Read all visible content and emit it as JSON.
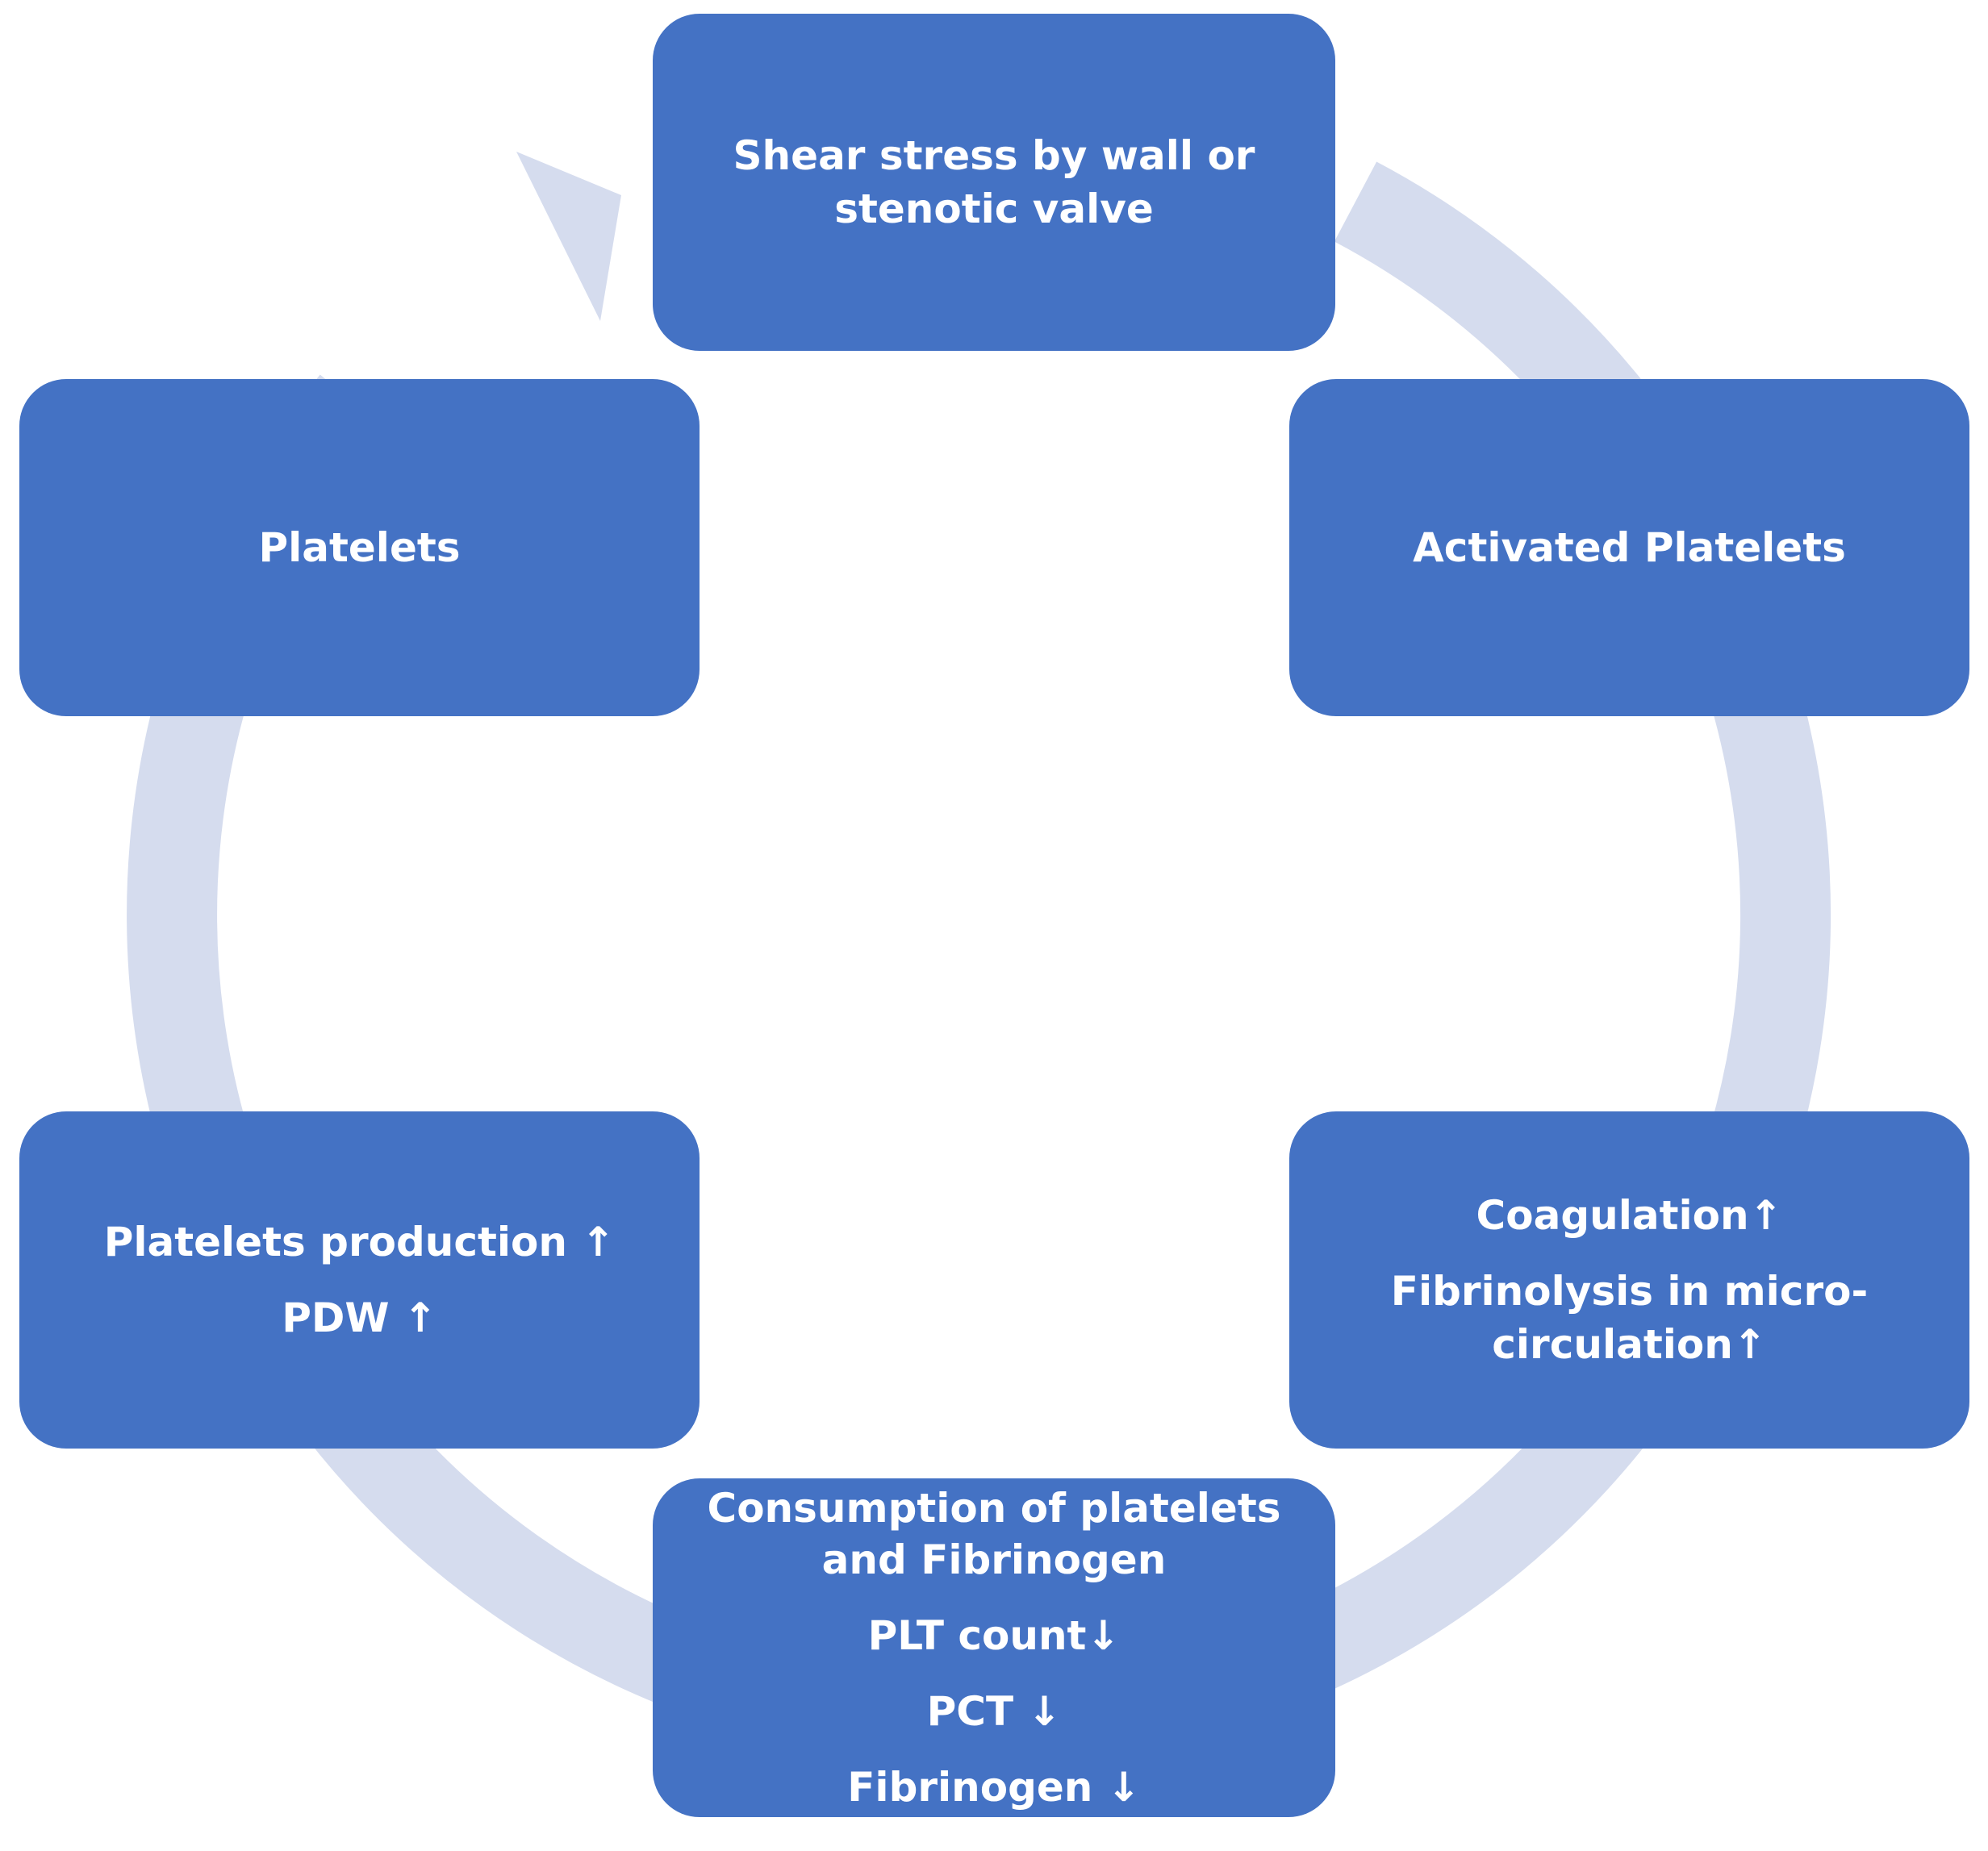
{
  "colors": {
    "box_fill": "#4472c4",
    "box_text": "#ffffff",
    "ring": "#d5dcee"
  },
  "icons": {
    "ring": "circular-arrow-icon"
  },
  "nodes": {
    "shear_stress": {
      "lines": [
        "Shear stress by wall or",
        "stenotic valve"
      ]
    },
    "activated_platelets": {
      "lines": [
        "Activated Platelets"
      ]
    },
    "coagulation": {
      "lines": [
        "Coagulation↑",
        "Fibrinolysis in micro-",
        "circulation↑"
      ]
    },
    "consumption": {
      "lines": [
        "Consumption of platelets",
        "and Fibrinogen",
        "PLT count↓",
        "PCT ↓",
        "Fibrinogen ↓"
      ]
    },
    "production": {
      "lines": [
        "Platelets production  ↑",
        "PDW ↑"
      ]
    },
    "platelets": {
      "lines": [
        "Platelets"
      ]
    }
  }
}
